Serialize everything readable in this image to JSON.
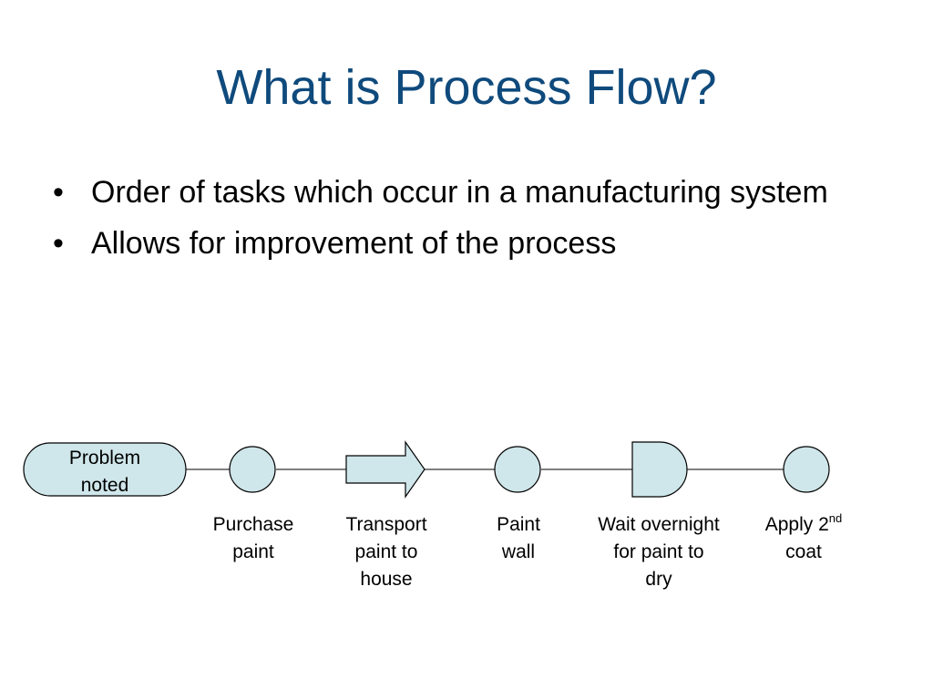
{
  "slide": {
    "title": "What is Process Flow?",
    "bullet_symbol": "•",
    "bullets": [
      "Order of tasks which occur in a manufacturing system",
      "Allows for improvement of the process"
    ]
  },
  "diagram": {
    "fill_color": "#cfe6ea",
    "stroke_color": "#000000",
    "start_label_line1": "Problem",
    "start_label_line2": "noted",
    "steps": [
      {
        "symbol": "operation",
        "caption_line1": "Purchase",
        "caption_line2": "paint"
      },
      {
        "symbol": "transport",
        "caption_line1": "Transport",
        "caption_line2": "paint to",
        "caption_line3": "house"
      },
      {
        "symbol": "operation",
        "caption_line1": "Paint",
        "caption_line2": "wall"
      },
      {
        "symbol": "delay",
        "caption_line1": "Wait overnight",
        "caption_line2": "for paint to",
        "caption_line3": "dry"
      },
      {
        "symbol": "operation",
        "caption_line1": "Apply 2",
        "caption_superscript": "nd",
        "caption_line2": "coat"
      }
    ]
  }
}
